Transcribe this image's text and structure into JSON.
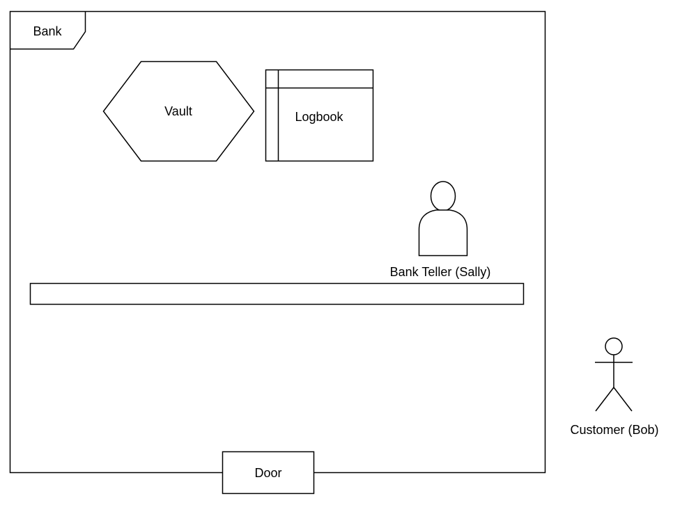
{
  "diagram": {
    "frame": {
      "title": "Bank"
    },
    "vault": {
      "label": "Vault"
    },
    "logbook": {
      "label": "Logbook"
    },
    "teller": {
      "label": "Bank Teller (Sally)"
    },
    "customer": {
      "label": "Customer (Bob)"
    },
    "door": {
      "label": "Door"
    }
  },
  "colors": {
    "stroke": "#000000",
    "fill": "#ffffff",
    "text": "#000000"
  }
}
